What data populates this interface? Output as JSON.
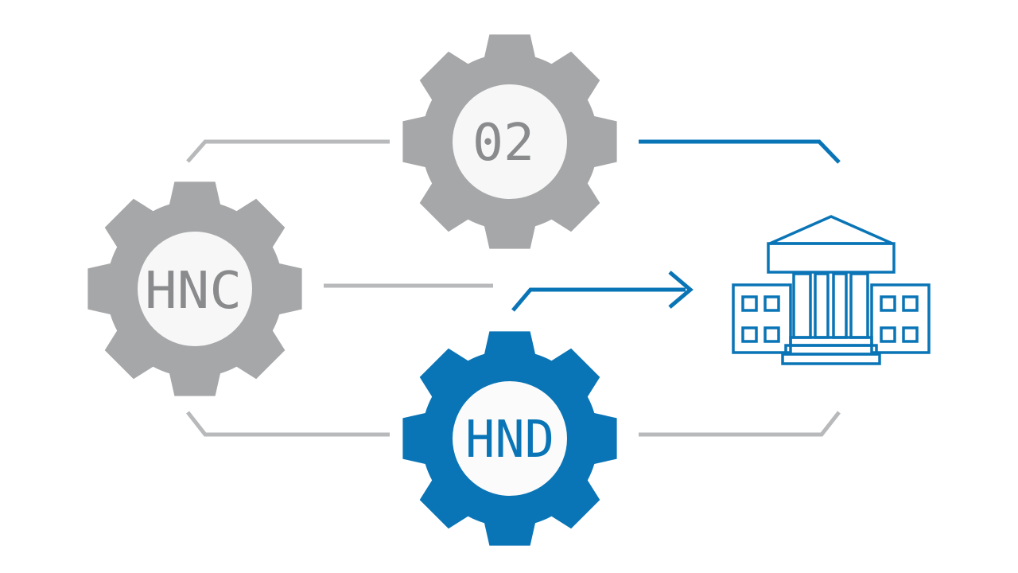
{
  "diagram": {
    "gears": [
      {
        "id": "o2",
        "label": "02",
        "color": "#a6a7a9"
      },
      {
        "id": "hnc",
        "label": "HNC",
        "color": "#a6a7a9"
      },
      {
        "id": "hnd",
        "label": "HND",
        "color": "#0a75b6"
      }
    ],
    "destination": {
      "icon": "university-building-icon",
      "color": "#0a75b6"
    },
    "colors": {
      "gray": "#a6a7a9",
      "blue": "#0a75b6",
      "text_gray": "#8a8b8d",
      "text_blue": "#0a75b6",
      "background": "#ffffff"
    }
  }
}
